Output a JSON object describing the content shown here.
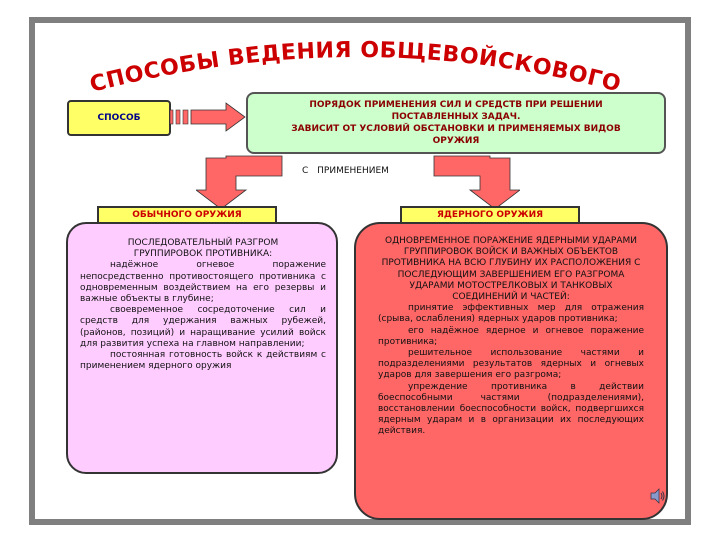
{
  "title": "СПОСОБЫ ВЕДЕНИЯ ОБЩЕВОЙСКОВОГО БОЯ",
  "sposob": "СПОСОБ",
  "poryadok": {
    "lines": [
      "ПОРЯДОК ПРИМЕНЕНИЯ СИЛ И СРЕДСТВ ПРИ РЕШЕНИИ",
      "ПОСТАВЛЕННЫХ ЗАДАЧ.",
      "ЗАВИСИТ ОТ УСЛОВИЙ ОБСТАНОВКИ И ПРИМЕНЯЕМЫХ ВИДОВ",
      "ОРУЖИЯ"
    ]
  },
  "s_primeneniem": "С ПРИМЕНЕНИЕМ",
  "left_label": "ОБЫЧНОГО ОРУЖИЯ",
  "right_label": "ЯДЕРНОГО ОРУЖИЯ",
  "left_text": {
    "heading1": "ПОСЛЕДОВАТЕЛЬНЫЙ РАЗГРОМ",
    "heading2": "ГРУППИРОВОК ПРОТИВНИКА:",
    "p1": "надёжное огневое поражение непосредственно противостоящего противника с одновременным воздействием на его резервы и важные объекты в глубине;",
    "p2": "своевременное сосредоточение сил и средств для удержания важных рубежей, (районов, позиций) и наращивание усилий войск для развития успеха на главном направлении;",
    "p3": "постоянная готовность войск к действиям с применением ядерного оружия"
  },
  "right_text": {
    "heading": "ОДНОВРЕМЕННОЕ ПОРАЖЕНИЕ ЯДЕРНЫМИ УДАРАМИ ГРУППИРОВОК ВОЙСК И ВАЖНЫХ ОБЪЕКТОВ ПРОТИВНИКА НА ВСЮ ГЛУБИНУ ИХ РАСПОЛОЖЕНИЯ С ПОСЛЕДУЮЩИМ ЗАВЕРШЕНИЕМ ЕГО РАЗГРОМА УДАРАМИ МОТОСТРЕЛКОВЫХ И ТАНКОВЫХ СОЕДИНЕНИЙ И ЧАСТЕЙ:",
    "p1": "принятие эффективных мер для отражения (срыва, ослабления) ядерных ударов противника;",
    "p2": "его надёжное ядерное и огневое поражение противника;",
    "p3": "решительное использование частями и подразделениями результатов ядерных и огневых ударов для завершения его разгрома;",
    "p4": "упреждение противника в действии боеспособными частями (подразделениями), восстановлении боеспособности войск, подвергшихся ядерным ударам и в организации их последующих действия."
  },
  "colors": {
    "title": "#cc0000",
    "yellow": "#ffff66",
    "green": "#ccffcc",
    "pink": "#ffccff",
    "red": "#ff6666",
    "arrow": "#ff6666"
  },
  "icons": [
    "speaker-icon"
  ]
}
